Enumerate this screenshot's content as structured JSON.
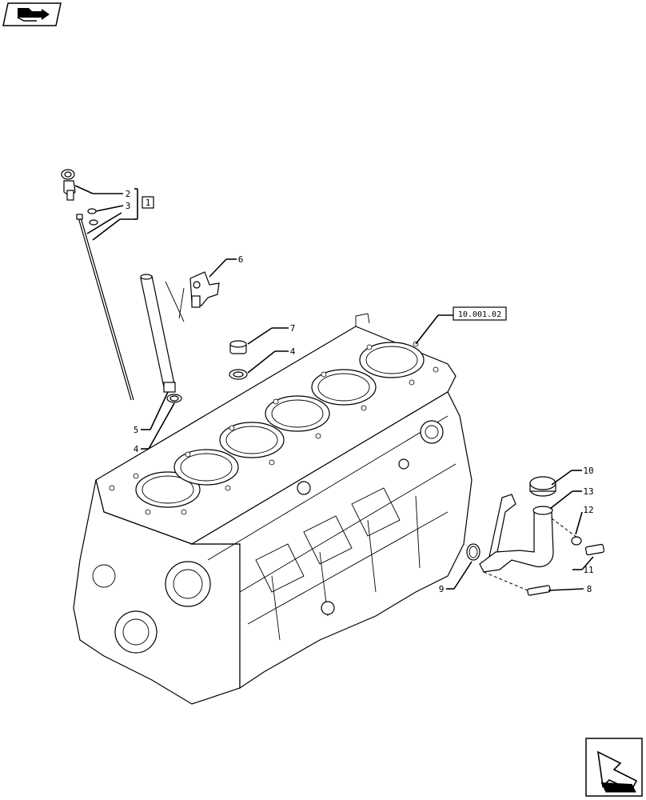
{
  "callouts": {
    "c1": "1",
    "c2": "2",
    "c3": "3",
    "c4a": "4",
    "c4b": "4",
    "c5": "5",
    "c6": "6",
    "c7": "7",
    "c8": "8",
    "c9": "9",
    "c10": "10",
    "c11": "11",
    "c12": "12",
    "c13": "13"
  },
  "reference": {
    "engine_block": "10.001.02"
  },
  "icons": {
    "top_left": "back-arrow-icon",
    "bottom_right": "next-page-arrow-icon"
  }
}
